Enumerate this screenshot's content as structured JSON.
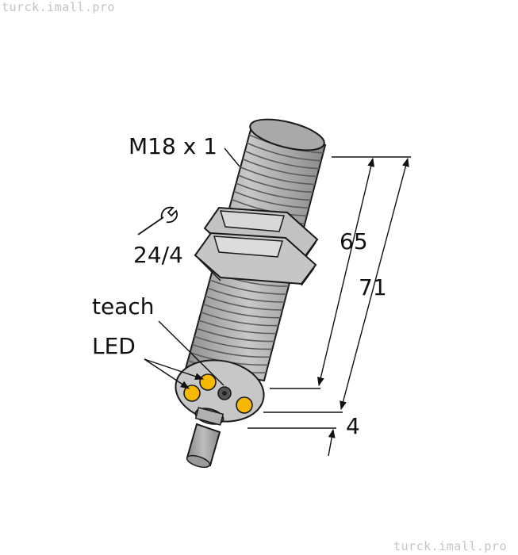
{
  "watermark_top": "turck.imall.pro",
  "watermark_bottom": "turck.imall.pro",
  "labels": {
    "thread": "M18 x 1",
    "wrench_size": "24/4",
    "teach": "teach",
    "led": "LED",
    "dim_65": "65",
    "dim_71": "71",
    "dim_4": "4"
  },
  "colors": {
    "body": "#b1b1b1",
    "led": "#f6b800",
    "outline": "#1a1a1a"
  },
  "icons": [
    "wrench-icon"
  ]
}
